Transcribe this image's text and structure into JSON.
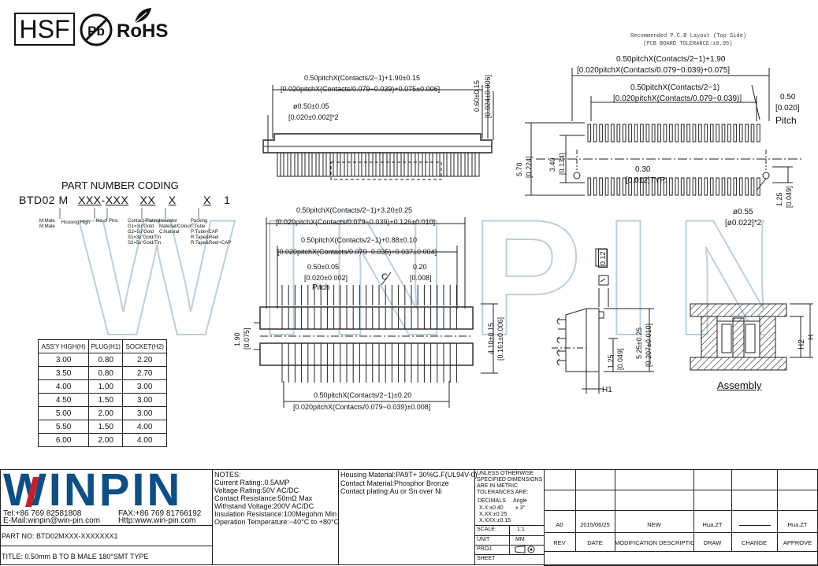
{
  "header": {
    "hsf": "HSF",
    "pb": "Pb",
    "rohs": "RoHS",
    "pcb_note1": "Recommended P.C.B Layout (Top Side)",
    "pcb_note2": "(PCB BOARD TOLERANCE:±0.05)"
  },
  "part_coding": {
    "title": "PART NUMBER CODING",
    "parts": [
      "BTD02",
      "M",
      "XXX",
      "-",
      "XXX",
      "XX",
      "X",
      "X",
      "1"
    ],
    "labels": {
      "mmale": "M:Male\nM:Male",
      "housing": "Housing High",
      "pins": "No.of Pins",
      "plating": "Contact Plating\nG1=3u\"Gold\nG2=5u\"Gold\nS1=3u\"Gold/Tin\nS2=5u\"Gold/Tin",
      "insulator": "Insulator\nMaterial/Colour\nC:Natural",
      "packing": "Packing\nT:Tube\nP:Tube+CAP\nR:Tape&Reel\nR:Tape&Reel+CAP"
    }
  },
  "dims": {
    "top1": "0.50pitchX(Contacts/2−1)+1.90±0.15",
    "top1b": "[0.020pitchX(Contacts/0.079−0.039)+0.075±0.006]",
    "hole": "ø0.50±0.05",
    "holeb": "[0.020±0.002]*2",
    "h060": "0.60±0.15",
    "h060b": "[0.024±0.006]",
    "mid1": "0.50pitchX(Contacts/2−1)+3.20±0.25",
    "mid1b": "[0.020pitchX(Contacts/0.079−0.039)+0.126±0.010]",
    "mid2": "0.50pitchX(Contacts/2−1)+0.88±0.10",
    "mid2b": "[0.020pitchX(Contacts/0.079−0.035)+0.037±0.004]",
    "pitch": "0.50±0.05",
    "pitchb": "[0.020±0.002]",
    "pitchw": "Pitch",
    "cl": "C",
    "d020": "0.20",
    "d020b": "[0.008]",
    "d190": "1.90",
    "d190b": "[0.075]",
    "d410": "4.10±0.15",
    "d410b": "[0.161±0.006]",
    "bot": "0.50pitchX(Contacts/2−1)±0.20",
    "botb": "[0.020pitchX(Contacts/0.079−0.039)±0.008]",
    "pcb1": "0.50pitchX(Contacts/2−1)+1.90",
    "pcb1b": "[0.020pitchX(Contacts/0.079−0.039)+0.075]",
    "pcb2": "0.50pitchX(Contacts/2−1)",
    "pcb2b": "[0.020pitchX(Contacts/0.079−0.039)]",
    "pcb050": "0.50",
    "pcb050b": "[0.020]",
    "pcbpitch": "Pitch",
    "pcb570": "5.70",
    "pcb570b": "[0.224]",
    "pcb340": "3.40",
    "pcb340b": "[0.134]",
    "pcb030": "0.30",
    "pcb030b": "[0.012]TYP.",
    "pcb125": "1.25",
    "pcb125b": "[0.049]",
    "pcb055": "ø0.55",
    "pcb055b": "[ø0.022]*2",
    "side012": "0.12",
    "side125": "1.25",
    "side125b": "[0.049]",
    "side525": "5.25±0.25",
    "side525b": "[0.207±0.010]",
    "h1": "H1",
    "h2": "H2",
    "h": "H",
    "assembly": "Assembly"
  },
  "height_table": {
    "headers": [
      "ASS'Y HIGH(H)",
      "PLUG(H1)",
      "SOCKET(H2)"
    ],
    "rows": [
      [
        "3.00",
        "0.80",
        "2.20"
      ],
      [
        "3.50",
        "0.80",
        "2.70"
      ],
      [
        "4.00",
        "1.00",
        "3.00"
      ],
      [
        "4.50",
        "1.50",
        "3.00"
      ],
      [
        "5.00",
        "2.00",
        "3.00"
      ],
      [
        "5.50",
        "1.50",
        "4.00"
      ],
      [
        "6.00",
        "2.00",
        "4.00"
      ]
    ]
  },
  "title_block": {
    "logo": "WINPIN",
    "tel": "Tel:+86 769 82581808",
    "fax": "FAX:+86 769 81766192",
    "email": "E-Mail:winpin@win-pin.com",
    "http": "Http:www.win-pin.com",
    "part_no": "PART NO: BTD02MXXX-XXXXXXX1",
    "title": "TITLE:  0.50mm B TO B MALE 180°SMT TYPE",
    "notes": [
      "NOTES:",
      "Current Rating:.0.5AMP",
      "Voltage Rating:50V AC/DC",
      "Contact Resistance:50mΩ Max",
      "Withstand Voltage:200V AC/DC",
      "Insulation Resistance:100Megohm Min",
      "Operation Temperature:−40°C to +80°C"
    ],
    "materials": [
      "Housing Material:PA9T+ 30%G.F(UL94V-0)",
      "Contact Material:Phosphor Bronze",
      "Contact plating:Au or Sn over Ni"
    ],
    "tolerance": [
      "UNLESS OTHERWISE",
      "SPECIFIED DIMENSIONS",
      "ARE IN METRIC",
      "TOLERANCES  ARE:"
    ],
    "decimals": "DECIMALS",
    "angle": "Angle",
    "angle_v": "± 3°",
    "tol_x": "X.X:±0.40",
    "tol_xx": "X.XX:±0.25",
    "tol_xxx": "X.XXX:±0.15",
    "scale_l": "SCALE",
    "scale_v": "1:1",
    "unit_l": "UNIT",
    "unit_v": "MM",
    "proj_l": "PROJ.",
    "sheet_l": "SHEET",
    "rev_row": [
      "A0",
      "2015/06/25",
      "NEW",
      "Hua.ZT",
      "",
      "Hua.ZT"
    ],
    "rev_hdr": [
      "REV",
      "DATE",
      "MODIFICATION DESCRIPTIO",
      "DRAW",
      "CHANGE",
      "APPROVE"
    ]
  }
}
